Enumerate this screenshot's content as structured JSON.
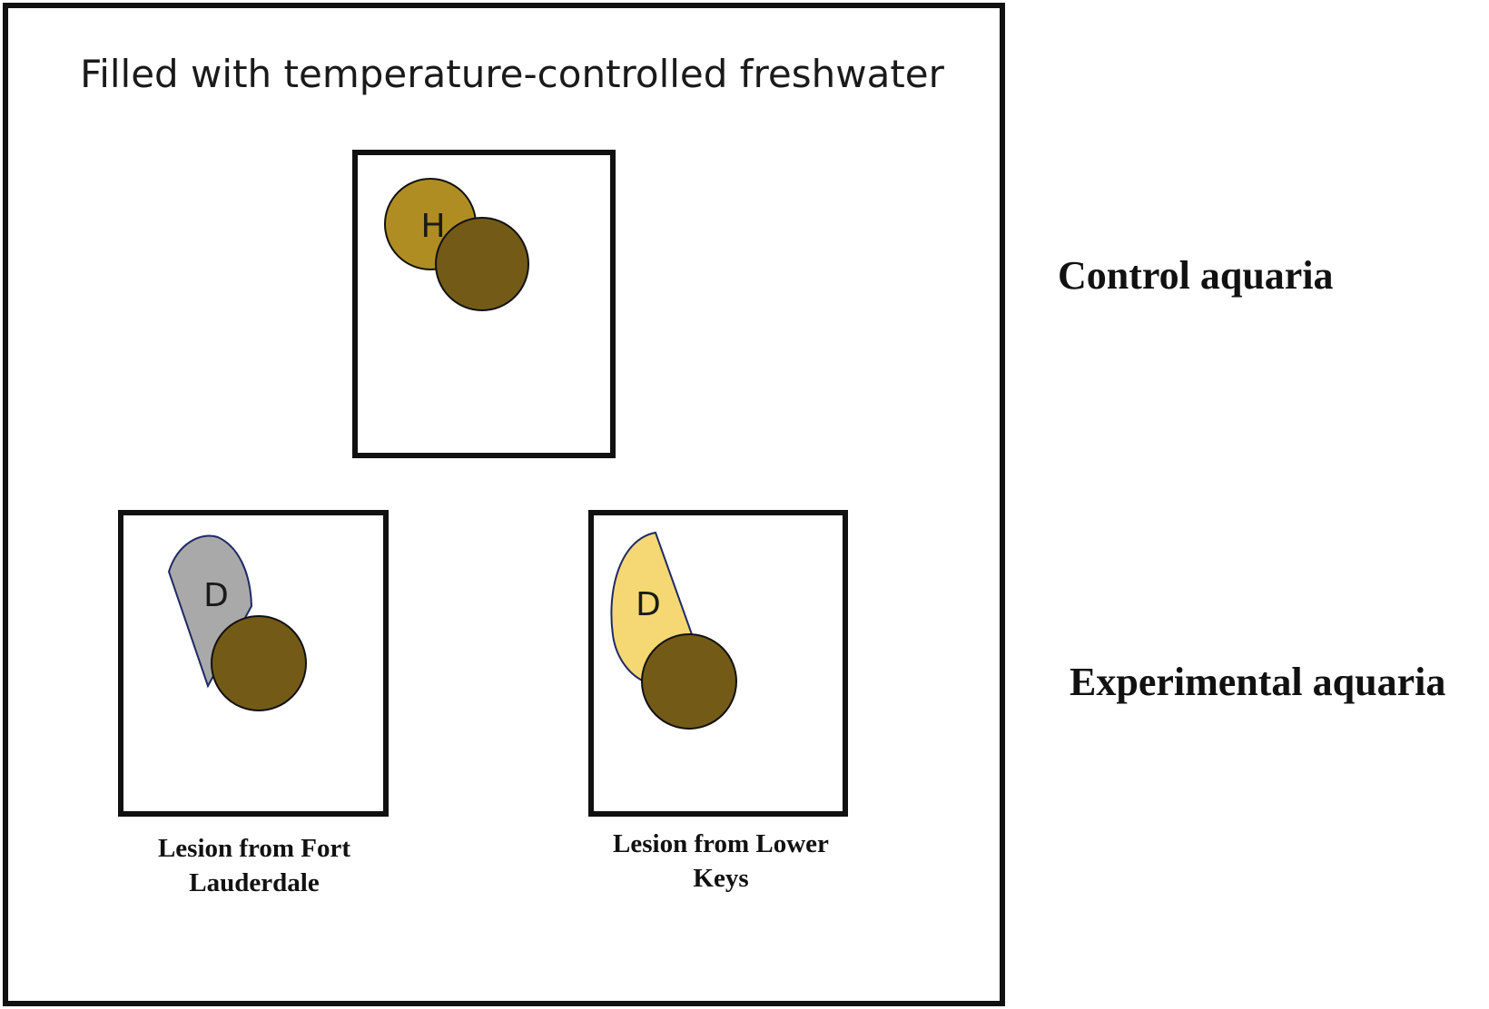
{
  "header": {
    "title": "Filled with temperature-controlled freshwater"
  },
  "side_labels": {
    "control": "Control aquaria",
    "experimental": "Experimental aquaria"
  },
  "tanks": {
    "control": {
      "fragment_letter": "H"
    },
    "fort_lauderdale": {
      "fragment_letter": "D",
      "caption_line1": "Lesion from Fort",
      "caption_line2": "Lauderdale"
    },
    "lower_keys": {
      "fragment_letter": "D",
      "caption_line1": "Lesion from Lower",
      "caption_line2": "Keys"
    }
  },
  "colors": {
    "healthy_fragment": "#B08D22",
    "coral_recipient": "#735A17",
    "lesion_fort_lauderdale": "#A9A9A9",
    "lesion_lower_keys": "#F5D873",
    "lesion_outline": "#1F2A66",
    "frame": "#111111"
  }
}
